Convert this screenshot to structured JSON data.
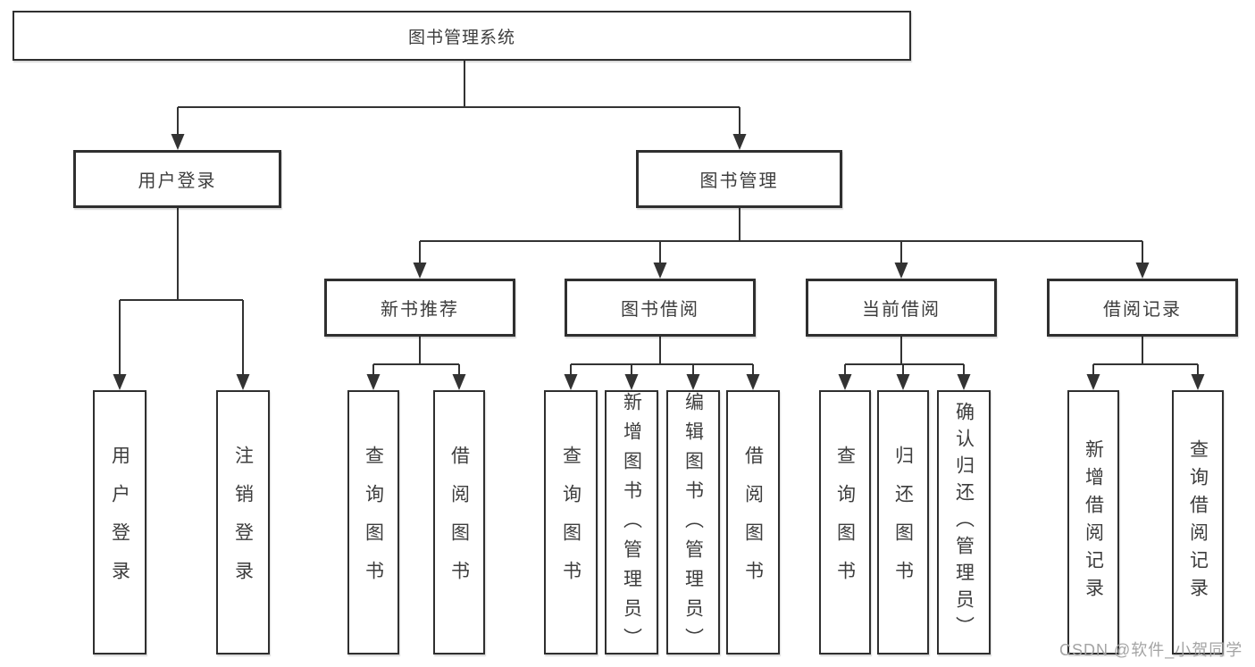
{
  "tree": {
    "root": "图书管理系统",
    "branches": [
      {
        "label": "用户登录",
        "children": [
          "用户登录",
          "注销登录"
        ]
      },
      {
        "label": "图书管理",
        "groups": [
          {
            "label": "新书推荐",
            "children": [
              "查询图书",
              "借阅图书"
            ]
          },
          {
            "label": "图书借阅",
            "children": [
              "查询图书",
              "新增图书（管理员）",
              "编辑图书（管理员）",
              "借阅图书"
            ]
          },
          {
            "label": "当前借阅",
            "children": [
              "查询图书",
              "归还图书",
              "确认归还（管理员）"
            ]
          },
          {
            "label": "借阅记录",
            "children": [
              "新增借阅记录",
              "查询借阅记录"
            ]
          }
        ]
      }
    ]
  },
  "watermark": {
    "text": "CSDN @软件_小贺同学"
  },
  "colors": {
    "line": "#333333",
    "box_border": "#2f2f2f",
    "text": "#3d3d3d",
    "watermark": "#a4a4a4",
    "background": "#ffffff"
  }
}
